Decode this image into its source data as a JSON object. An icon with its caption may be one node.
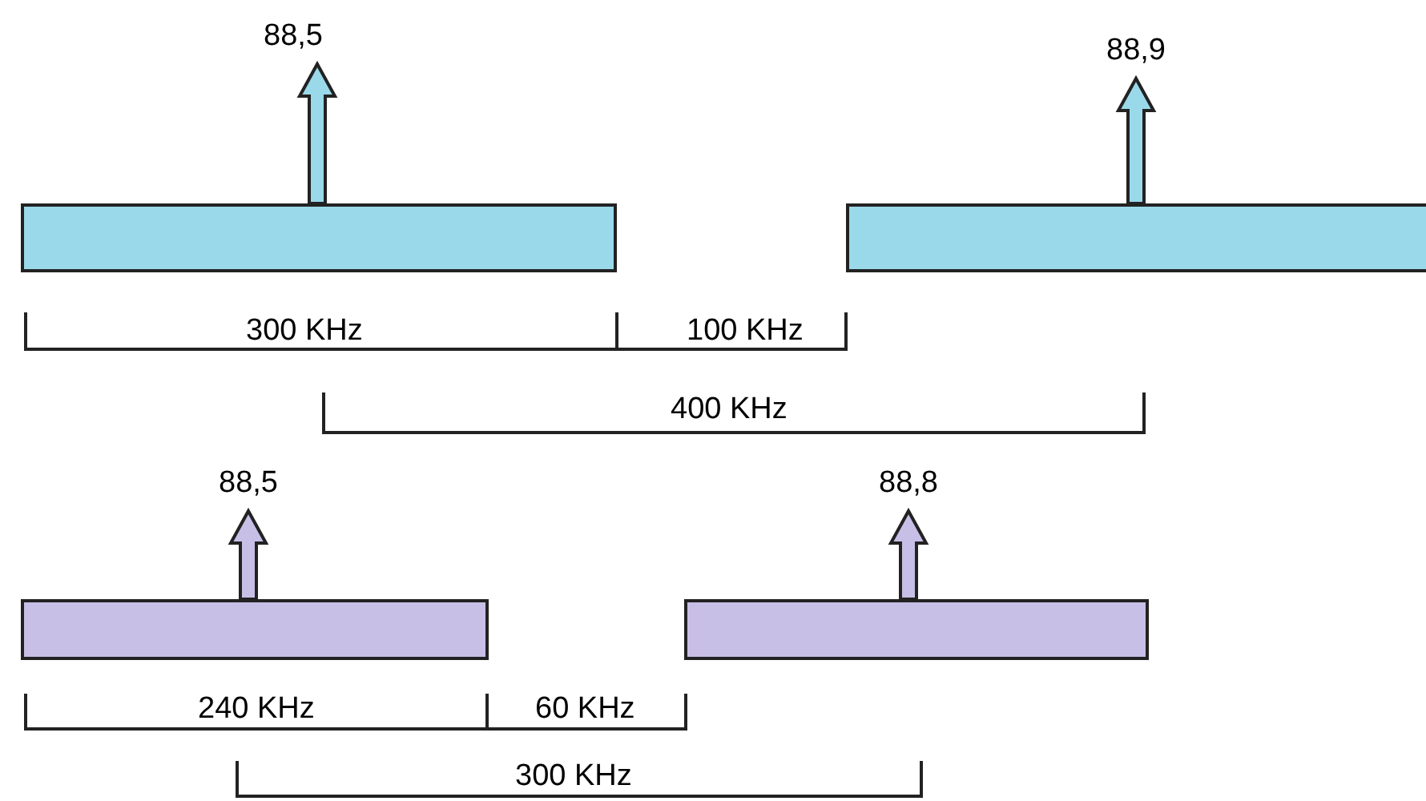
{
  "diagram": {
    "nodes": [
      {
        "text": [
          "88,5"
        ]
      },
      {
        "text": [],
        "shape": "bar"
      },
      {
        "text": [
          "88,9"
        ]
      },
      {
        "text": [],
        "shape": "bar"
      },
      {
        "text": [
          "88,5"
        ]
      },
      {
        "text": [],
        "shape": "bar"
      },
      {
        "text": [
          "88,8"
        ]
      },
      {
        "text": [],
        "shape": "bar"
      }
    ],
    "edges": [
      {
        "from": 1,
        "to": 0,
        "arrow": "to"
      },
      {
        "from": 3,
        "to": 2,
        "arrow": "to"
      },
      {
        "from": 5,
        "to": 4,
        "arrow": "to"
      },
      {
        "from": 7,
        "to": 6,
        "arrow": "to"
      }
    ],
    "labels": [
      "300 KHz",
      "100 KHz",
      "400 KHz",
      "240 KHz",
      "60 KHz",
      "300 KHz"
    ]
  }
}
